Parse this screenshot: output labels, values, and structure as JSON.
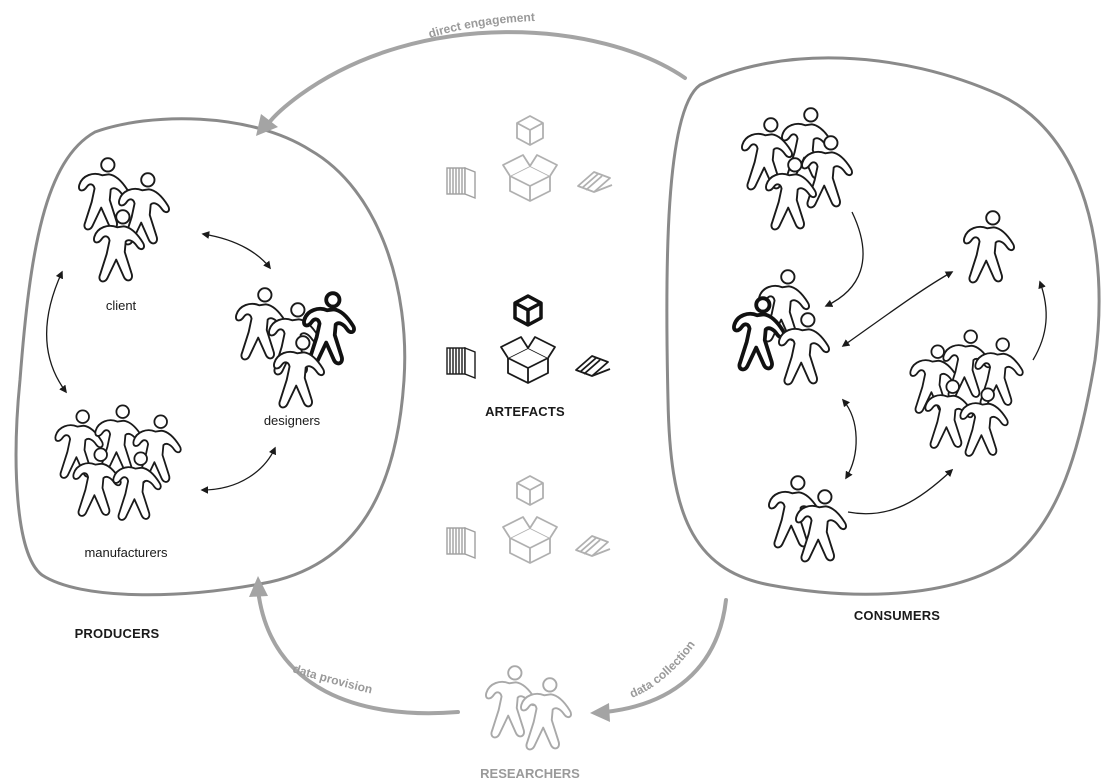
{
  "groups": {
    "producers": {
      "label": "PRODUCERS"
    },
    "consumers": {
      "label": "CONSUMERS"
    },
    "researchers": {
      "label": "RESEARCHERS"
    },
    "artefacts": {
      "label": "ARTEFACTS"
    }
  },
  "actors": {
    "client": "client",
    "designers": "designers",
    "manufacturers": "manufacturers"
  },
  "flows": {
    "top": "direct engagement",
    "bottom_left": "data provision",
    "bottom_right": "data collection"
  },
  "colors": {
    "ink": "#1a1a1a",
    "region_outline": "#8a8a8a",
    "flow_arrow": "#a4a4a4",
    "faded": "#a9a9a9"
  },
  "icons": {
    "person": "person-figure-icon",
    "box": "box-icon",
    "open_box": "open-box-icon",
    "book": "book-icon",
    "leaflet": "leaflet-icon"
  }
}
